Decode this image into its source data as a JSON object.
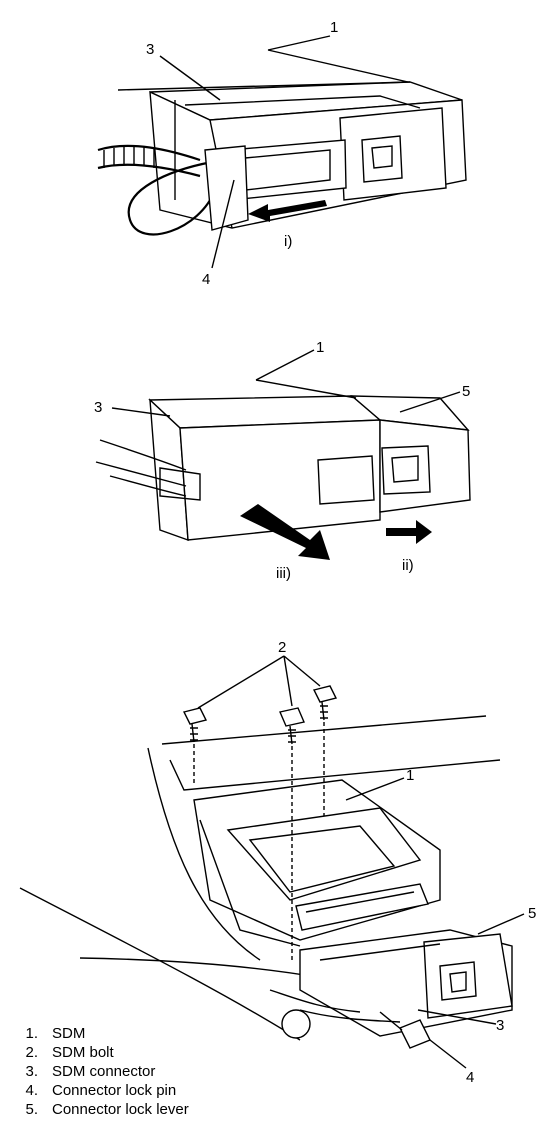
{
  "figure1": {
    "callouts": [
      "1",
      "3",
      "4"
    ],
    "step": "i)"
  },
  "figure2": {
    "callouts": [
      "1",
      "3",
      "5"
    ],
    "steps": [
      "iii)",
      "ii)"
    ]
  },
  "figure3": {
    "callouts": [
      "2",
      "1",
      "5",
      "3",
      "4"
    ]
  },
  "legend": [
    {
      "num": "1.",
      "text": "SDM"
    },
    {
      "num": "2.",
      "text": "SDM bolt"
    },
    {
      "num": "3.",
      "text": "SDM connector"
    },
    {
      "num": "4.",
      "text": "Connector lock pin"
    },
    {
      "num": "5.",
      "text": "Connector lock lever"
    }
  ]
}
